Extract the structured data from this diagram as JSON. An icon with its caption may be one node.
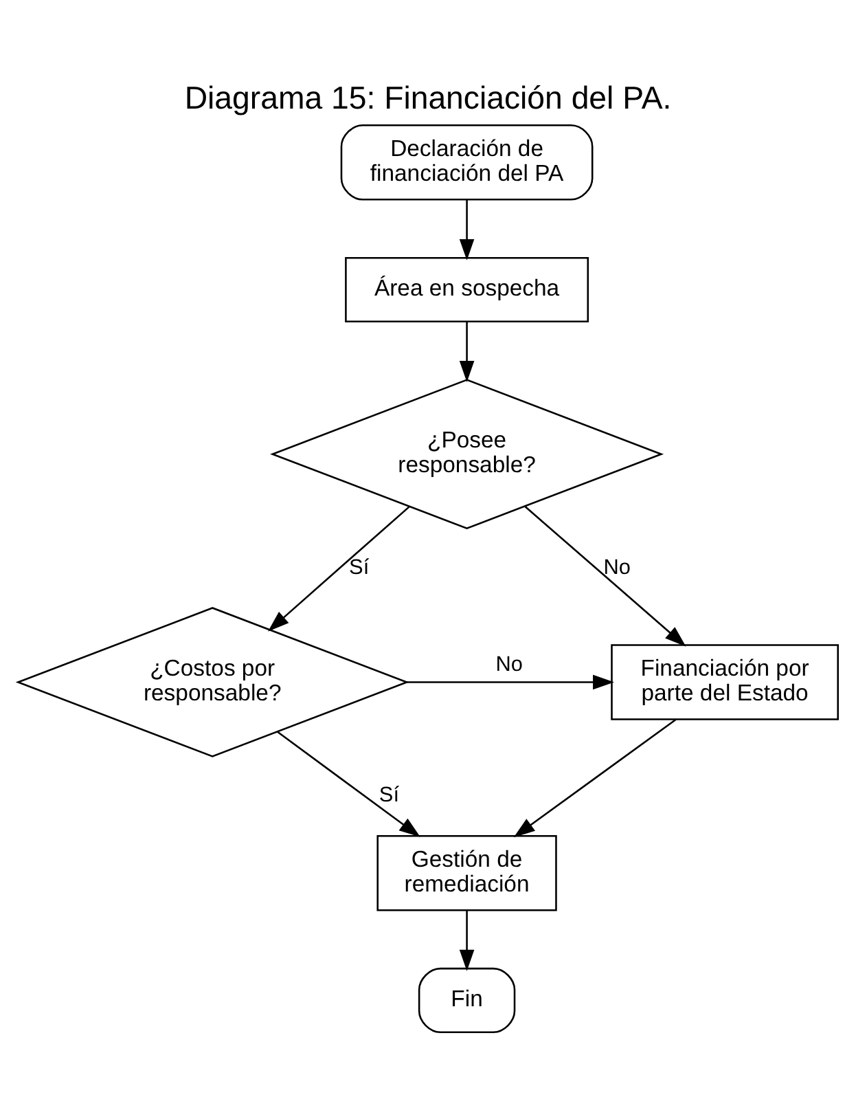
{
  "diagram": {
    "title": "Diagrama 15: Financiación del PA.",
    "nodes": [
      {
        "text": [
          "Declaración de financiación del PA"
        ]
      },
      {
        "text": [
          "Área en sospecha"
        ]
      },
      {
        "text": [
          "¿Posee responsable?"
        ]
      },
      {
        "text": [
          "¿Costos por responsable?"
        ]
      },
      {
        "text": [
          "Financiación por parte del Estado"
        ]
      },
      {
        "text": [
          "Gestión de remediación"
        ]
      },
      {
        "text": [
          "Fin"
        ]
      }
    ],
    "edges": [
      {
        "from": 0,
        "to": 1,
        "arrow": "to"
      },
      {
        "from": 1,
        "to": 2,
        "arrow": "to"
      },
      {
        "from": 2,
        "to": 3,
        "arrow": "to",
        "label": "Sí"
      },
      {
        "from": 2,
        "to": 4,
        "arrow": "to",
        "label": "No"
      },
      {
        "from": 3,
        "to": 4,
        "arrow": "to",
        "label": "No"
      },
      {
        "from": 3,
        "to": 5,
        "arrow": "to",
        "label": "Sí"
      },
      {
        "from": 4,
        "to": 5,
        "arrow": "to"
      },
      {
        "from": 5,
        "to": 6,
        "arrow": "to"
      }
    ]
  }
}
